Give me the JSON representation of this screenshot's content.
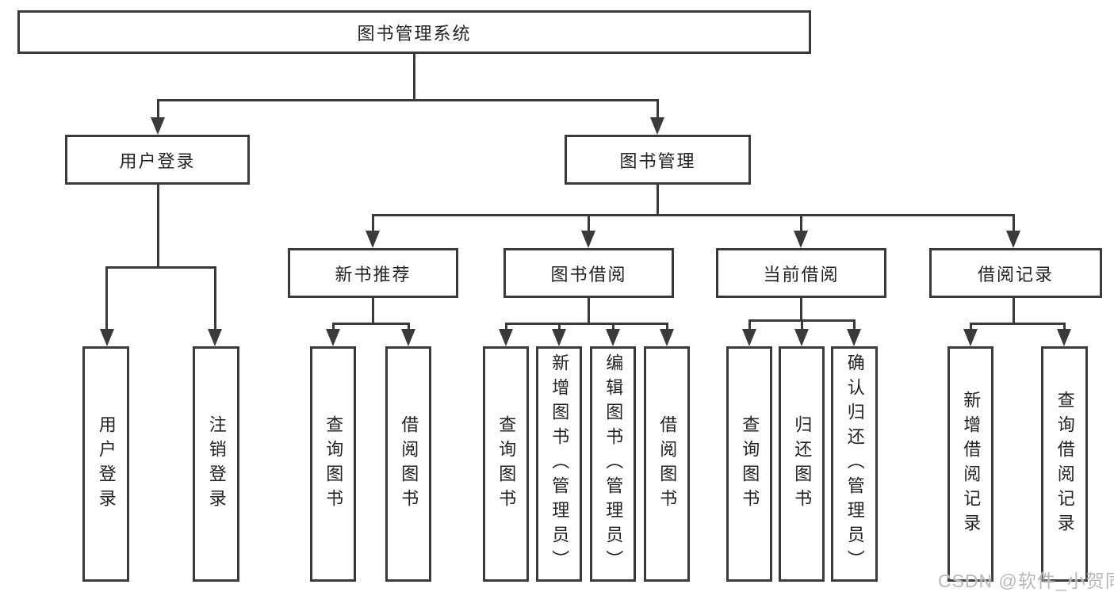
{
  "title": "图书管理系统",
  "level2": {
    "user_login": "用户登录",
    "book_mgmt": "图书管理"
  },
  "level3": {
    "new_book": "新书推荐",
    "borrow": "图书借阅",
    "current": "当前借阅",
    "records": "借阅记录"
  },
  "leaves": {
    "user_login": [
      "用户登录",
      "注销登录"
    ],
    "new_book": [
      "查询图书",
      "借阅图书"
    ],
    "borrow": [
      "查询图书",
      "新增图书（管理员）",
      "编辑图书（管理员）",
      "借阅图书"
    ],
    "current": [
      "查询图书",
      "归还图书",
      "确认归还（管理员）"
    ],
    "records": [
      "新增借阅记录",
      "查询借阅记录"
    ]
  },
  "watermark": "CSDN @软件_小贺同学",
  "colors": {
    "line": "#3a3a3a",
    "text": "#222222",
    "watermark": "#b9b9b9",
    "background": "#ffffff"
  }
}
